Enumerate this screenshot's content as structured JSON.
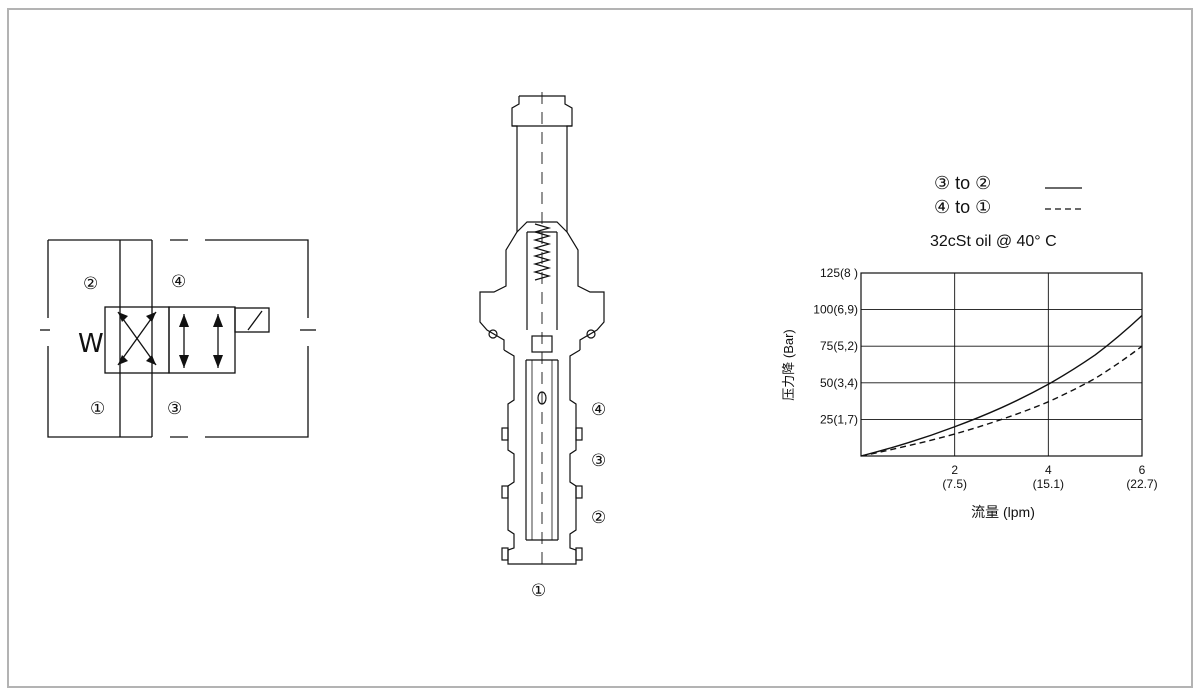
{
  "schematic": {
    "ports": {
      "p1": "①",
      "p2": "②",
      "p3": "③",
      "p4": "④"
    },
    "spring_symbol": "W"
  },
  "cross_section": {
    "ports": {
      "p1": "①",
      "p2": "②",
      "p3": "③",
      "p4": "④"
    }
  },
  "legend": {
    "item1": {
      "label": "③ to ②",
      "style": "solid"
    },
    "item2": {
      "label": "④ to ①",
      "style": "dashed"
    },
    "conditions": "32cSt oil @ 40°  C"
  },
  "chart_data": {
    "type": "line",
    "title": "",
    "xlabel": "流量 (lpm)",
    "ylabel": "压力降 (Bar)",
    "xlim": [
      0,
      6
    ],
    "ylim": [
      0,
      125
    ],
    "grid": true,
    "x_ticks": [
      {
        "value": 2,
        "label": "2",
        "sub": "(7.5)"
      },
      {
        "value": 4,
        "label": "4",
        "sub": "(15.1)"
      },
      {
        "value": 6,
        "label": "6",
        "sub": "(22.7)"
      }
    ],
    "y_ticks": [
      {
        "value": 25,
        "label": "25(1,7)"
      },
      {
        "value": 50,
        "label": "50(3,4)"
      },
      {
        "value": 75,
        "label": "75(5,2)"
      },
      {
        "value": 100,
        "label": "100(6,9)"
      },
      {
        "value": 125,
        "label": "125(8   )"
      }
    ],
    "series": [
      {
        "legend": "③ to ②",
        "dash": "none",
        "x": [
          0,
          1,
          2,
          3,
          4,
          5,
          6
        ],
        "y": [
          0,
          9,
          20,
          33,
          49,
          69,
          96
        ]
      },
      {
        "legend": "④ to ①",
        "dash": "6,4",
        "x": [
          0,
          1,
          2,
          3,
          4,
          5,
          6
        ],
        "y": [
          0,
          7,
          15,
          25,
          37,
          53,
          75
        ]
      }
    ]
  }
}
